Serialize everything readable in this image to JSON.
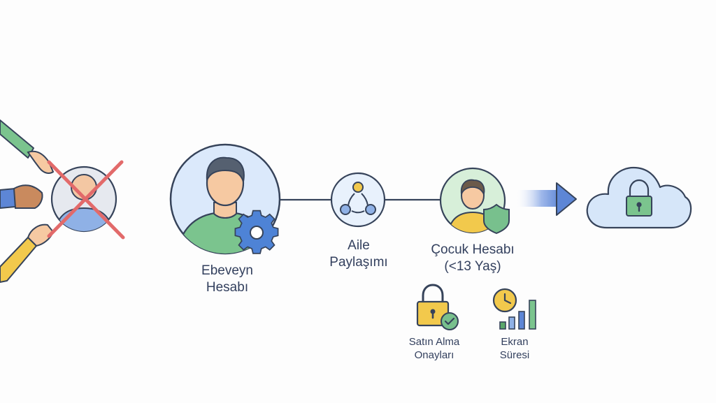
{
  "nodes": {
    "parent": {
      "label": "Ebeveyn\nHesabı"
    },
    "family": {
      "label": "Aile\nPaylaşımı"
    },
    "child": {
      "label": "Çocuk Hesabı\n(<13 Yaş)"
    }
  },
  "features": {
    "purchase": {
      "label": "Satın Alma\nOnayları"
    },
    "screen_time": {
      "label": "Ekran\nSüresi"
    }
  },
  "colors": {
    "line": "#36435a",
    "parent_bg": "#dbe9fb",
    "parent_ring": "#5e8fcf",
    "family_ring": "#6d8fc4",
    "child_ring": "#6fab7c",
    "cloud": "#d6e6f9",
    "cross": "#e26a6a",
    "gear": "#4e83d6",
    "shield": "#78c08d",
    "lock": "#f2c94c"
  },
  "icons": [
    "blocked-hands-icon",
    "gear-icon",
    "share-network-icon",
    "shield-icon",
    "arrow-right-icon",
    "cloud-lock-icon",
    "padlock-check-icon",
    "clock-bars-icon"
  ]
}
